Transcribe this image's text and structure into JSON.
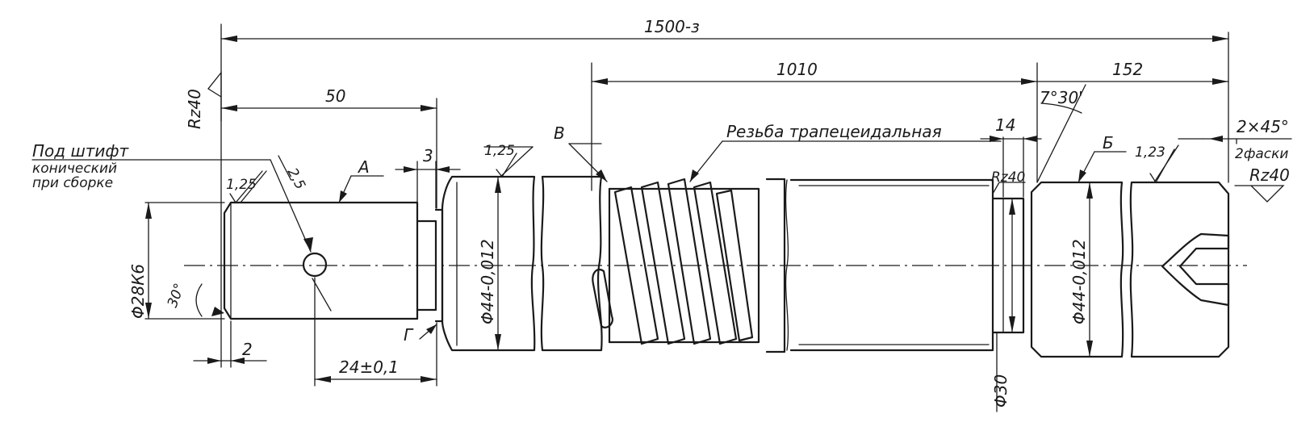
{
  "dimensions": {
    "overall_length": "1500-з",
    "thread_length": "1010",
    "right_section": "152",
    "left_journal": "50",
    "groove_width": "3",
    "undercut": "14",
    "chamfer_length": "2",
    "pin_position": "24±0,1",
    "chamfer_right": "2×45°",
    "chamfer_note": "2фаски",
    "angle_left": "30°",
    "angle_right": "7°30'",
    "angle_pin": "2,5"
  },
  "diameters": {
    "left_journal": "Φ28К6",
    "collar_left": "Φ44-0,012",
    "collar_right": "Φ44-0,012",
    "thread_root": "Φ30"
  },
  "roughness": {
    "rz_left": "Rz40",
    "rz_undercut": "Rz40",
    "rz_right": "Rz40",
    "ra_journal": "1,25",
    "ra_collar": "1,25",
    "ra_right": "1,23"
  },
  "notes": {
    "pin_note_line1": "Под штифт",
    "pin_note_line2": "конический",
    "pin_note_line3": "при сборке",
    "thread_note": "Резьба трапецеидальная"
  },
  "letters": {
    "a": "А",
    "b": "Б",
    "v": "В",
    "g": "Г"
  }
}
